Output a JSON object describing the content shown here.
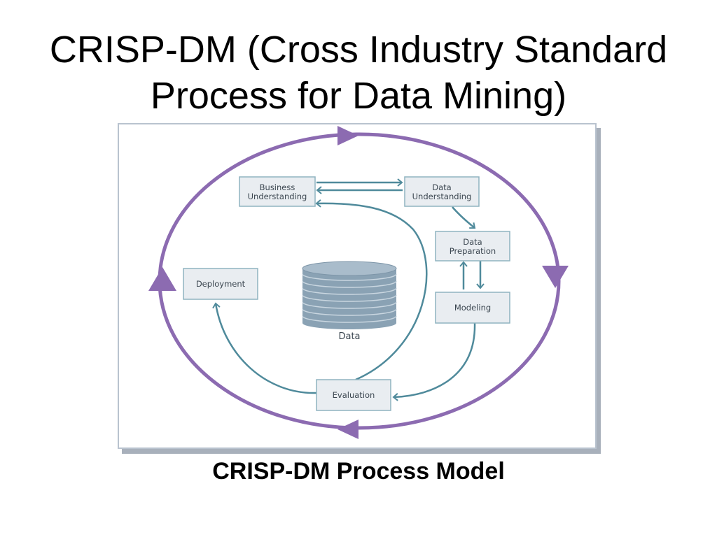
{
  "slide": {
    "title_lines": [
      "CRISP-DM (Cross Industry Standard",
      "Process for Data Mining)"
    ],
    "caption": "CRISP-DM Process Model"
  },
  "diagram": {
    "colors": {
      "outer_cycle": "#8c6bb1",
      "inner_flow": "#4f8a9b",
      "box_fill": "#e9edf1",
      "box_border": "#8fb3c0",
      "database": "#8aa2b4"
    },
    "phases": {
      "business_understanding": [
        "Business",
        "Understanding"
      ],
      "data_understanding": [
        "Data",
        "Understanding"
      ],
      "data_preparation": [
        "Data",
        "Preparation"
      ],
      "modeling": "Modeling",
      "evaluation": "Evaluation",
      "deployment": "Deployment"
    },
    "database_label": "Data"
  }
}
